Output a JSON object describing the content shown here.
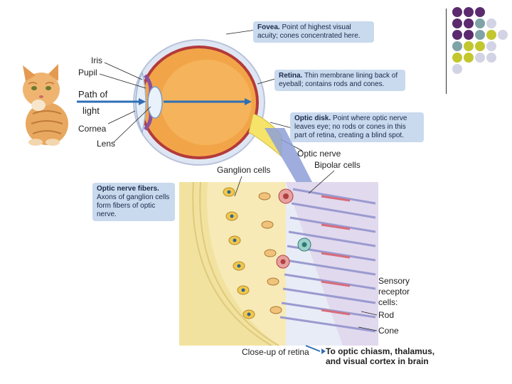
{
  "colors": {
    "purple": "#5b2a6e",
    "teal": "#7fa3a6",
    "olive": "#c2c72e",
    "lavender": "#d3d3e6",
    "callout_bg": "#c9d9ee",
    "eye_orange": "#f2a548",
    "light_path": "#2f6fb5"
  },
  "decor_dots": [
    [
      "purple",
      "purple",
      "purple",
      null,
      null
    ],
    [
      "purple",
      "purple",
      "teal",
      "lavender",
      null
    ],
    [
      "purple",
      "purple",
      "teal",
      "olive",
      "lavender"
    ],
    [
      "teal",
      "olive",
      "olive",
      "lavender",
      null
    ],
    [
      "olive",
      "olive",
      "lavender",
      "lavender",
      null
    ],
    [
      "lavender",
      null,
      null,
      null,
      null
    ]
  ],
  "eye_labels": {
    "iris": "Iris",
    "pupil": "Pupil",
    "path_of": "Path of",
    "light": "light",
    "cornea": "Cornea",
    "lens": "Lens",
    "optic_nerve": "Optic nerve"
  },
  "callouts": {
    "fovea": {
      "title": "Fovea.",
      "text": "Point of highest visual acuity; cones concentrated here."
    },
    "retina": {
      "title": "Retina.",
      "text": "Thin membrane lining back of eyeball; contains rods and cones."
    },
    "optic_disk": {
      "title": "Optic disk.",
      "text": "Point where optic nerve leaves eye; no rods or cones in this part of retina, creating a blind spot."
    },
    "optic_nerve_fibers": {
      "title": "Optic nerve fibers.",
      "text": "Axons of ganglion cells form fibers of optic nerve."
    }
  },
  "retina_labels": {
    "ganglion_cells": "Ganglion cells",
    "bipolar_cells": "Bipolar cells",
    "sensory_line1": "Sensory",
    "sensory_line2": "receptor",
    "sensory_line3": "cells:",
    "rod": "Rod",
    "cone": "Cone",
    "closeup": "Close-up of retina",
    "to_brain_line1": "To optic chiasm, thalamus,",
    "to_brain_line2": "and visual cortex in brain"
  }
}
